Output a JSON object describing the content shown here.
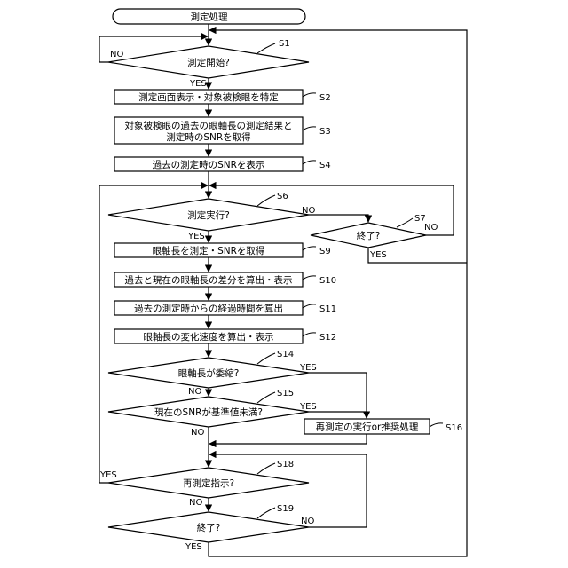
{
  "start": "測定処理",
  "s1": {
    "q": "測定開始?",
    "id": "S1"
  },
  "s2": {
    "text": "測定画面表示・対象被検眼を特定",
    "id": "S2"
  },
  "s3": {
    "line1": "対象被検眼の過去の眼軸長の測定結果と",
    "line2": "測定時のSNRを取得",
    "id": "S3"
  },
  "s4": {
    "text": "過去の測定時のSNRを表示",
    "id": "S4"
  },
  "s6": {
    "q": "測定実行?",
    "id": "S6"
  },
  "s7": {
    "q": "終了?",
    "id": "S7"
  },
  "s9": {
    "text": "眼軸長を測定・SNRを取得",
    "id": "S9"
  },
  "s10": {
    "text": "過去と現在の眼軸長の差分を算出・表示",
    "id": "S10"
  },
  "s11": {
    "text": "過去の測定時からの経過時間を算出",
    "id": "S11"
  },
  "s12": {
    "text": "眼軸長の変化速度を算出・表示",
    "id": "S12"
  },
  "s14": {
    "q": "眼軸長が委縮?",
    "id": "S14"
  },
  "s15": {
    "q": "現在のSNRが基準値未満?",
    "id": "S15"
  },
  "s16": {
    "text": "再測定の実行or推奨処理",
    "id": "S16"
  },
  "s18": {
    "q": "再測定指示?",
    "id": "S18"
  },
  "s19": {
    "q": "終了?",
    "id": "S19"
  },
  "labels": {
    "yes": "YES",
    "no": "NO"
  }
}
